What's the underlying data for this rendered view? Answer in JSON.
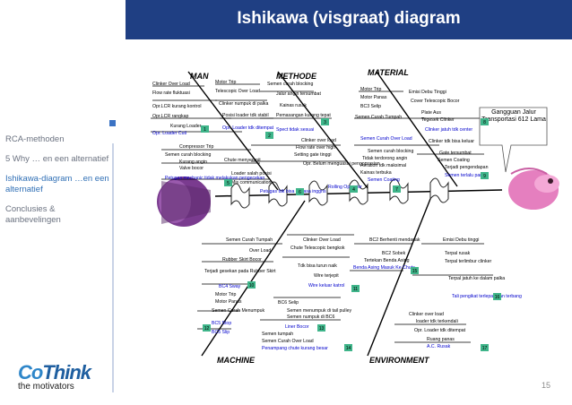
{
  "slide": {
    "title": "Ishikawa (visgraat) diagram",
    "page_number": "15"
  },
  "nav": {
    "items": [
      {
        "label": "RCA-methoden",
        "active": false
      },
      {
        "label": "5 Why … en een alternatief",
        "active": false
      },
      {
        "label": "Ishikawa-diagram …en een alternatief",
        "active": true
      },
      {
        "label": "Conclusies & aanbevelingen",
        "active": false
      }
    ]
  },
  "logo": {
    "brand_part1": "Co",
    "brand_part2": "Think",
    "tagline": "the motivators"
  },
  "colors": {
    "title_bar": "#1f3f83",
    "nav_active": "#2f6fb5",
    "logo_blue": "#2e86c9",
    "badge_green": "#3fb58a",
    "highlight_blue": "#0000cc"
  },
  "diagram": {
    "categories": {
      "man": "MAN",
      "methode": "METHODE",
      "material": "MATERIAL",
      "machine": "MACHINE",
      "environment": "ENVIRONMENT"
    },
    "effect": "Gangguan Jalur Transportasi 612 Lama",
    "man": [
      "Clinker Over Load",
      "Motor Trip",
      "Flow rate fluktuasi",
      "Telescopic Over Load",
      "Opr.LCR kurang kontrol",
      "Clinker numpuk di palka",
      "Opr.LCR rangkap",
      "Kurang Loader",
      "Posisi loader tdk stabil",
      "Opr. Loader Cuti",
      "Opr. Loader tdk ditempat"
    ],
    "methode": [
      "Semen curah blocking",
      "Jalur angin tersumbat",
      "Kainas rusak",
      "Pemasangan kurang tepat",
      "Spect tidak sesuai",
      "Clinker over load",
      "Flow rate over high",
      "Setting gate tinggi",
      "Opr. Belum menguasai pengoprasian",
      "Rolling Operator",
      "Compressor Trip",
      "Semen curah blocking",
      "Kurang angin",
      "Valve bocor",
      "Chute menyempit",
      "Loader salah posisi",
      "Mis communication",
      "Petugas tdk bisa bahasa inggris",
      "Petugas mechanic tidak melakukan pengecekan"
    ],
    "material": [
      "Motor Trip",
      "Emisi Debu Tinggi",
      "Motor Panas",
      "Cover Telescopic Bocor",
      "BC3 Selip",
      "Plate Aus",
      "Semen Curah Tumpah",
      "Tegesek Clinker",
      "Clinker jatuh tdk center",
      "Semen curah blocking",
      "Tidak terdorong angin",
      "Aeration tdk maksimal",
      "Kainas terbuka",
      "Semen Coating",
      "Clinker tdk bisa keluar",
      "Gate tersumbat",
      "Semen Coating",
      "Terjadi pengendapan",
      "Semen terlalu panas",
      "Semen Curah Over Load"
    ],
    "machine": [
      "Semen Curah Tumpah",
      "Clinker Over Load",
      "Over Load",
      "Chute Telescopic bengkok",
      "Rubber Skirt Bocor",
      "Tdk bisa turun naik",
      "Terjadi gesekan pada Rubber Skirt",
      "Wire terjepit",
      "BC4 Sway",
      "Wire keluar katrol",
      "Motor Trip",
      "Motor Panas",
      "Semen Curah Menumpuk",
      "BC5 Stop",
      "BC5 Slip",
      "BC6 Selip",
      "Semen menumpuk di tail pulley",
      "Semen numpuk di BC6",
      "Liner Bocor",
      "Semen tumpah",
      "Semen Curah Over Load",
      "Penampang chute kurang besar"
    ],
    "environment": [
      "BC2 Berhenti mendadak",
      "Emisi Debu tinggi",
      "BC2 Sobek",
      "Terpal rusak",
      "Tertekan Benda Asing",
      "Terpal terlimbur clinker",
      "Benda Asing Masuk Ke Chute",
      "Terpal jatuh ke dalam palka",
      "Tali pengikat terlepas dan terbang",
      "Clinker over load",
      "loader tdk terkendali",
      "Opr. Loader tdk ditempat",
      "Ruang panas",
      "A.C. Rusak"
    ],
    "badges": [
      "1",
      "2",
      "3",
      "4",
      "5",
      "6",
      "7",
      "8",
      "9",
      "10",
      "11",
      "12",
      "13",
      "14",
      "15",
      "16",
      "17"
    ]
  }
}
